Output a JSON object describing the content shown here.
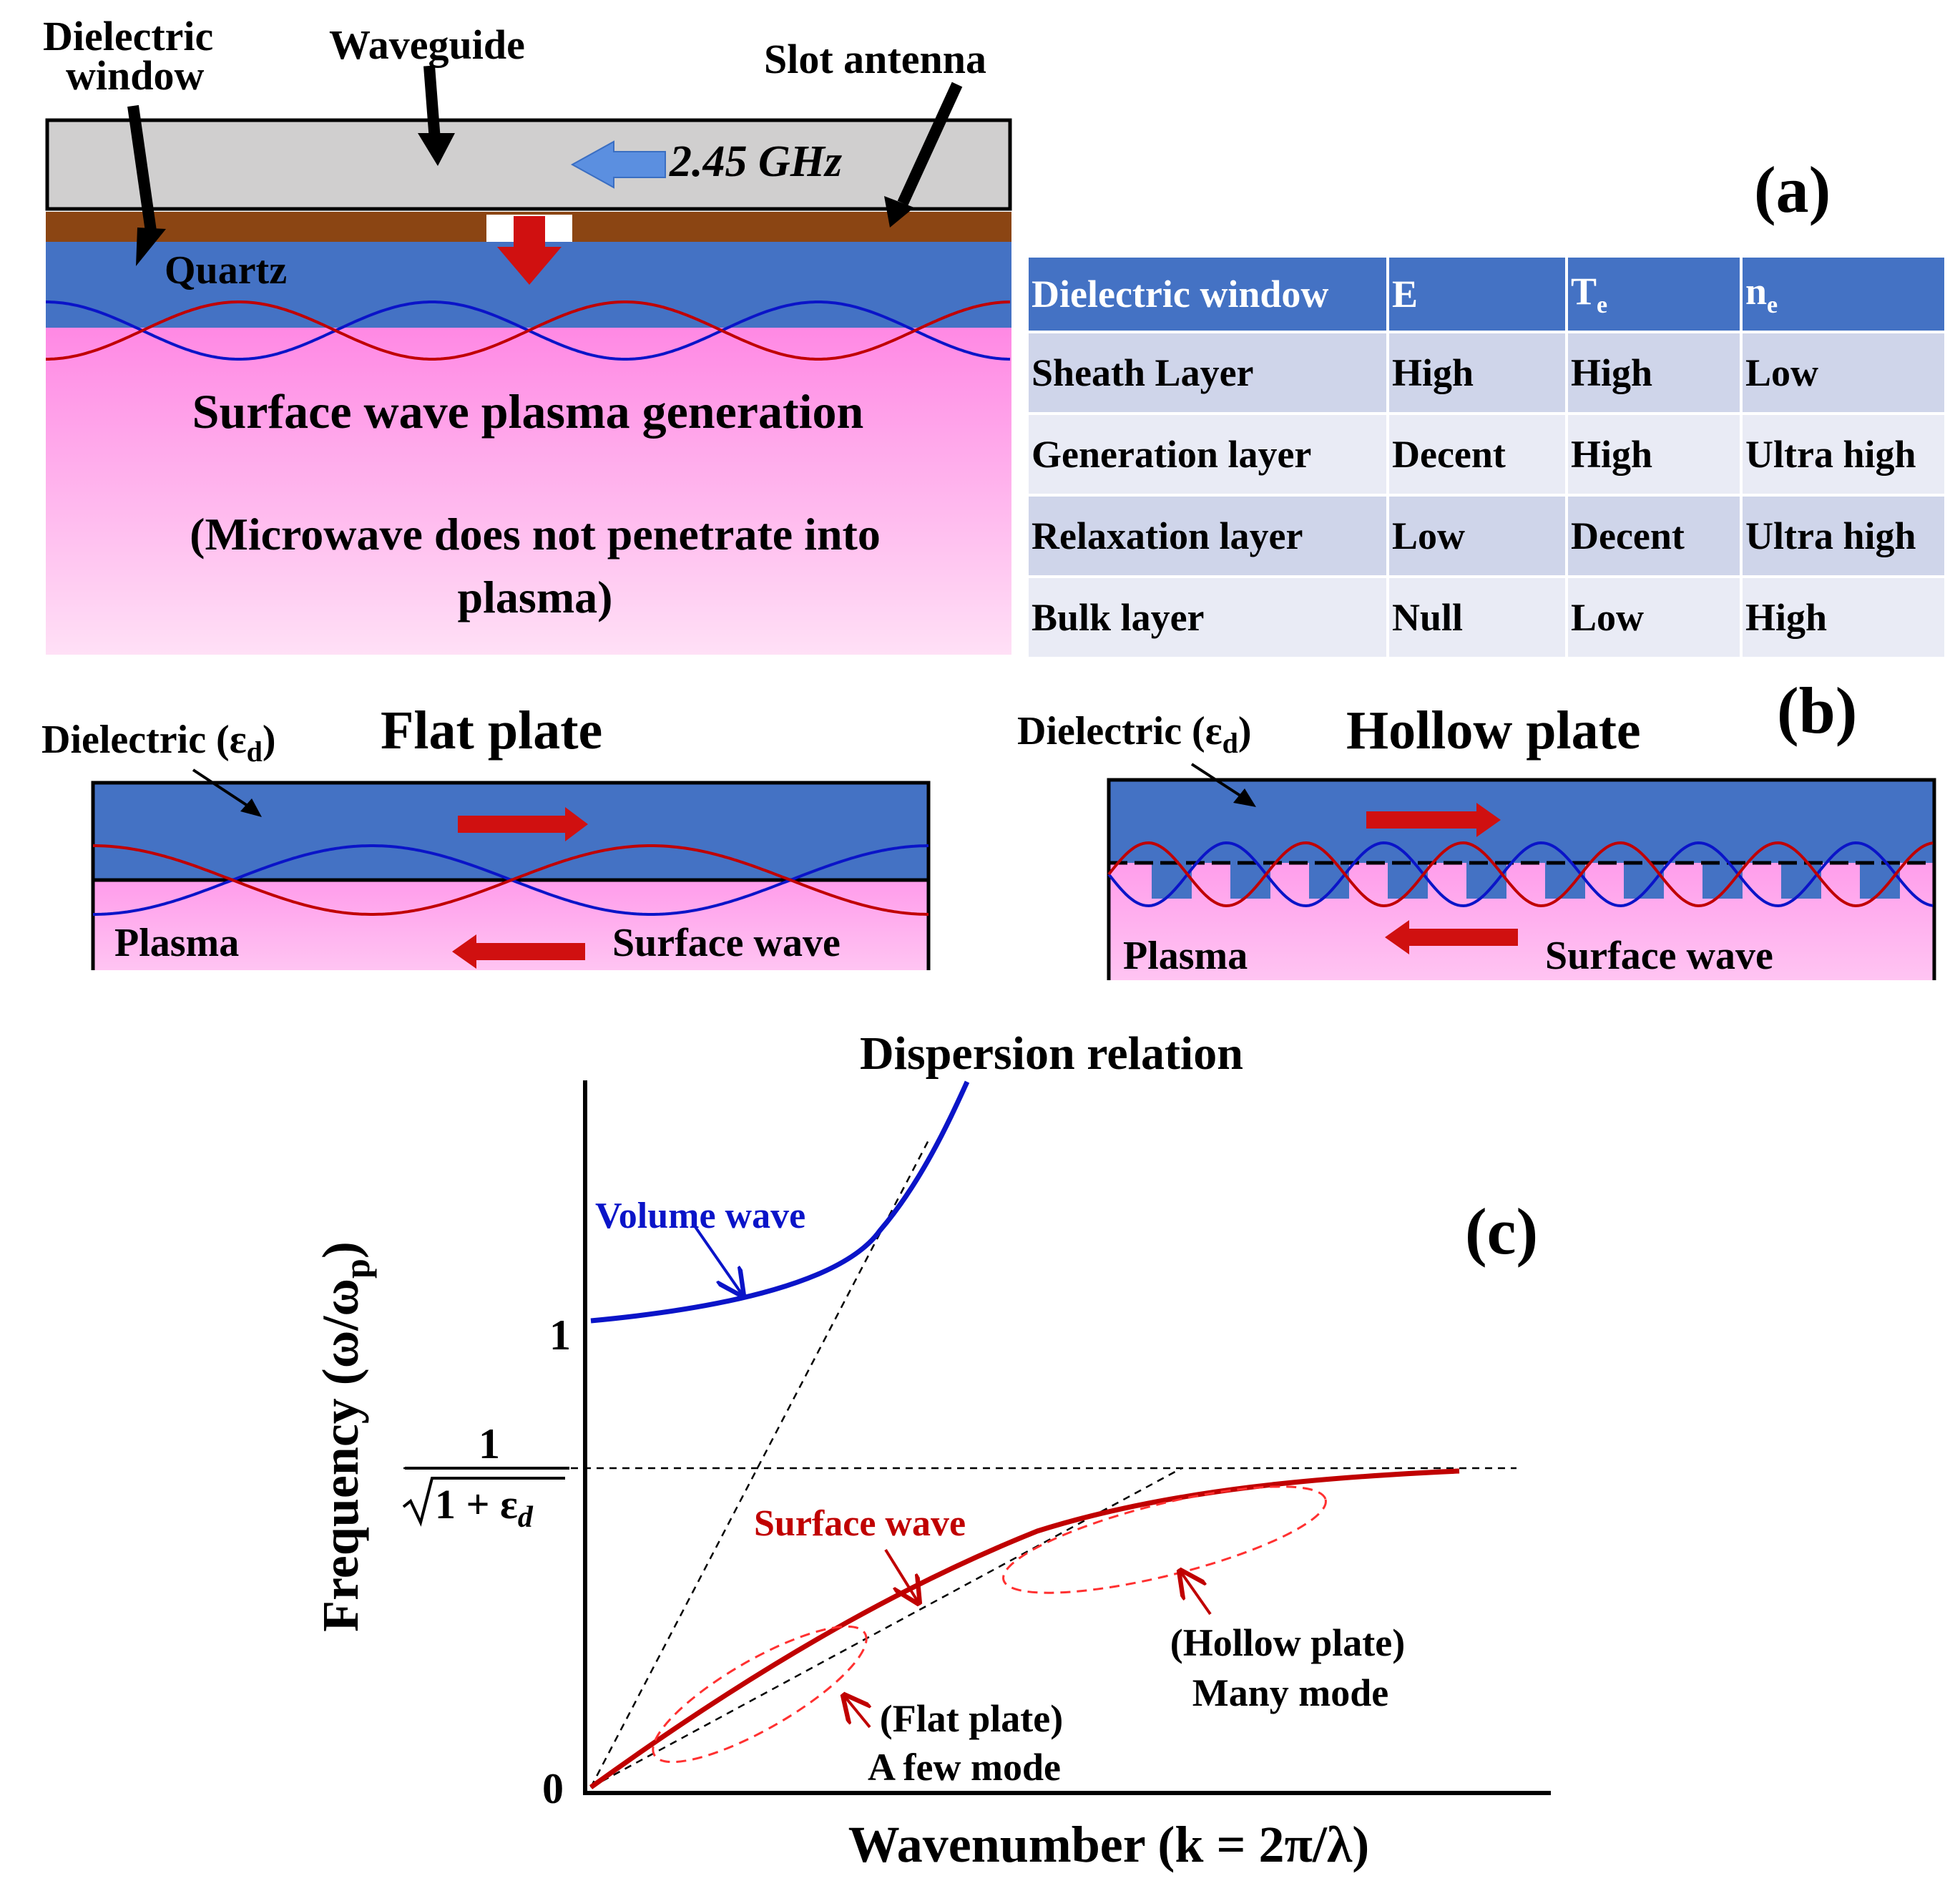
{
  "panel_a": {
    "label": "(a)",
    "dielectric_window_label_1": "Dielectric",
    "dielectric_window_label_2": "window",
    "waveguide_label": "Waveguide",
    "slot_antenna_label": "Slot antenna",
    "frequency_label": "2.45 GHz",
    "quartz_label": "Quartz",
    "plasma_title": "Surface wave plasma generation",
    "plasma_note_1": "(Microwave does not penetrate into",
    "plasma_note_2": "plasma)",
    "table": {
      "headers": [
        "Dielectric window",
        "E",
        "T",
        "n"
      ],
      "header_subscripts": [
        "",
        "",
        "e",
        "e"
      ],
      "rows": [
        [
          "Sheath Layer",
          "High",
          "High",
          "Low"
        ],
        [
          "Generation layer",
          "Decent",
          "High",
          "Ultra high"
        ],
        [
          "Relaxation layer",
          "Low",
          "Decent",
          "Ultra high"
        ],
        [
          "Bulk layer",
          "Null",
          "Low",
          "High"
        ]
      ]
    }
  },
  "panel_b": {
    "label": "(b)",
    "flat": {
      "title": "Flat plate",
      "dielectric_label": "Dielectric (ε",
      "dielectric_sub": "d",
      "dielectric_close": ")",
      "plasma_label": "Plasma",
      "wave_label": "Surface wave"
    },
    "hollow": {
      "title": "Hollow plate",
      "dielectric_label": "Dielectric (ε",
      "dielectric_sub": "d",
      "dielectric_close": ")",
      "plasma_label": "Plasma",
      "wave_label": "Surface wave"
    }
  },
  "panel_c": {
    "label": "(c)",
    "title": "Dispersion relation",
    "xlabel": "Wavenumber (k = 2π/λ)",
    "ylabel_main": "Frequency (ω/ω",
    "ylabel_sub": "p",
    "ylabel_close": ")",
    "tick_one": "1",
    "tick_zero": "0",
    "asymptote_numerator": "1",
    "asymptote_denominator": "1 + ε",
    "asymptote_denominator_sub": "d",
    "volume_wave_label": "Volume wave",
    "surface_wave_label": "Surface wave",
    "flat_note_1": "(Flat plate)",
    "flat_note_2": "A few mode",
    "hollow_note_1": "(Hollow plate)",
    "hollow_note_2": "Many mode"
  },
  "colors": {
    "dielectric_blue": "#4472c4",
    "plasma_pink": "#ff8ce8",
    "surface_wave_red": "#c00000",
    "volume_wave_blue": "#0a14c8",
    "waveguide_gray": "#d0cfcf",
    "slot_plate_brown": "#8b4513"
  }
}
